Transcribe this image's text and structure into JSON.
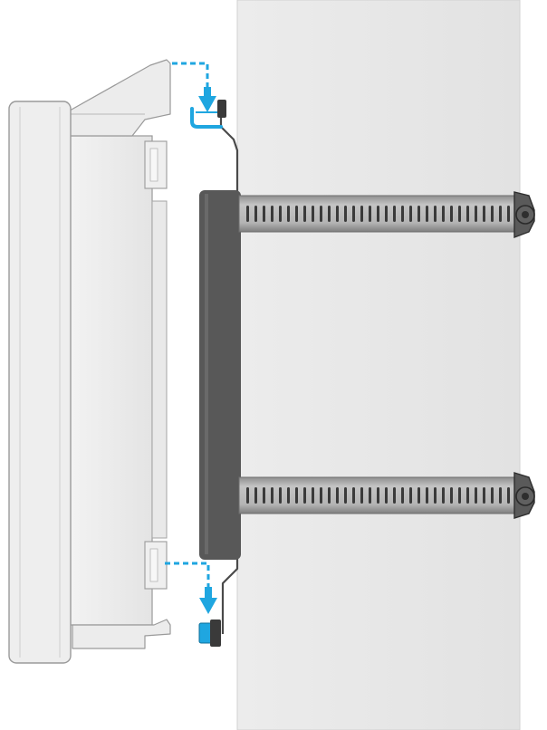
{
  "diagram": {
    "kind": "wall-mount installation illustration",
    "strap_count": 2,
    "hook_count": 2,
    "colors": {
      "pole": "#e8e8e8",
      "enclosure": "#ececec",
      "enclosure_outline": "#9a9a9a",
      "back_plate": "#585858",
      "bracket": "#4a4a4a",
      "strap": "#a9a9a9",
      "strap_slot": "#3a3a3a",
      "highlight": "#1fa6e0"
    },
    "icons": {
      "direction": "arrow-down-icon",
      "hook": "hook-icon",
      "strap_clamp": "hose-clamp-icon"
    }
  }
}
